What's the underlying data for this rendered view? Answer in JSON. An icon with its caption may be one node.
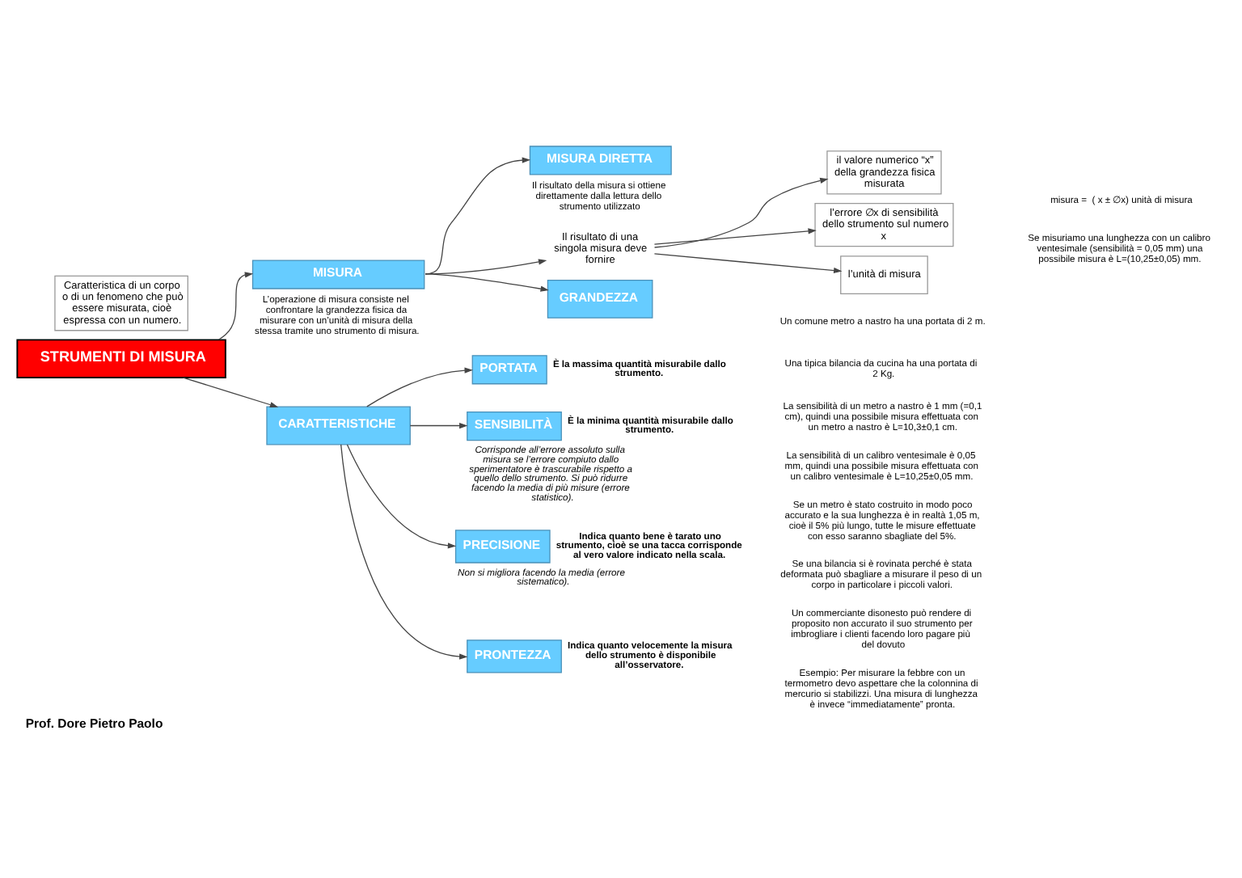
{
  "diagram": {
    "caption": "Prof. Dore Pietro Paolo",
    "nodes": [
      {
        "text": [
          "STRUMENTI DI MISURA"
        ]
      },
      {
        "text": [
          "MISURA"
        ],
        "beside": [
          "L’operazione di misura consiste nel confrontare la grandezza fisica da misurare con un’unità di misura della stessa tramite uno strumento di misura."
        ]
      },
      {
        "text": [
          "MISURA DIRETTA"
        ],
        "beside": [
          "Il risultato della misura si ottiene direttamente dalla lettura dello strumento utilizzato"
        ]
      },
      {
        "text": [
          "Il risultato di una singola misura deve fornire"
        ]
      },
      {
        "text": [
          "il valore numerico “x” della grandezza fisica misurata"
        ]
      },
      {
        "text": [
          "l’errore ∅x di sensibilità dello strumento sul numero x"
        ]
      },
      {
        "text": [
          "l’unità di misura"
        ]
      },
      {
        "text": [
          "GRANDEZZA"
        ]
      },
      {
        "text": [
          "Caratteristica di un corpo o di un fenomeno che può essere misurata, cioè espressa con un numero."
        ]
      },
      {
        "text": [
          "CARATTERISTICHE"
        ]
      },
      {
        "text": [
          "PORTATA"
        ],
        "beside": [
          "È la massima quantità misurabile dallo strumento."
        ]
      },
      {
        "text": [
          "SENSIBILITÀ"
        ],
        "beside": [
          "È la minima quantità misurabile dallo strumento.",
          "Corrisponde all’errore assoluto sulla misura se l’errore compiuto dallo sperimentatore è trascurabile rispetto a quello dello strumento. Si può ridurre facendo la media di più misure (errore statistico)."
        ]
      },
      {
        "text": [
          "PRECISIONE"
        ],
        "beside": [
          "Indica quanto bene è tarato uno strumento, cioè se una tacca corrisponde al vero valore indicato nella scala.",
          "Non si migliora facendo la media (errore sistematico)."
        ]
      },
      {
        "text": [
          "PRONTEZZA"
        ],
        "beside": [
          "Indica quanto velocemente la misura dello strumento è disponibile all’osservatore."
        ]
      }
    ],
    "edges": [
      {
        "from": 0,
        "to": 1,
        "arrow": "to"
      },
      {
        "from": 1,
        "to": 2,
        "arrow": "to"
      },
      {
        "from": 1,
        "to": 3,
        "arrow": "to"
      },
      {
        "from": 3,
        "to": 4,
        "arrow": "to"
      },
      {
        "from": 3,
        "to": 5,
        "arrow": "to"
      },
      {
        "from": 3,
        "to": 6,
        "arrow": "to"
      },
      {
        "from": 1,
        "to": 7,
        "arrow": "to"
      },
      {
        "from": 0,
        "to": 9,
        "arrow": "to"
      },
      {
        "from": 9,
        "to": 10,
        "arrow": "to"
      },
      {
        "from": 9,
        "to": 11,
        "arrow": "to"
      },
      {
        "from": 9,
        "to": 12,
        "arrow": "to"
      },
      {
        "from": 9,
        "to": 13,
        "arrow": "to"
      }
    ],
    "labels": [
      "Un comune metro a nastro ha una portata di 2 m.",
      "Una tipica bilancia da cucina ha una portata di 2 Kg.",
      "La sensibilità di un metro a nastro è 1 mm (=0,1 cm), quindi una possibile misura effettuata con un metro a nastro è L=10,3±0,1 cm.",
      "La sensibilità di un calibro ventesimale è 0,05 mm, quindi una possibile misura effettuata con un calibro ventesimale è L=10,25±0,05 mm.",
      "Se un metro è stato costruito in modo poco accurato e la sua lunghezza è in realtà 1,05 m, cioè il 5% più lungo, tutte le misure effettuate con esso saranno sbagliate del 5%.",
      "Se una bilancia si è rovinata perché è stata deformata può sbagliare a misurare il peso di un corpo in particolare i piccoli valori.",
      "Un commerciante disonesto può rendere di proposito non accurato il suo strumento per imbrogliare i clienti facendo loro pagare più del dovuto",
      "Esempio: Per misurare la febbre con un termometro devo aspettare che la colonnina di mercurio si stabilizzi. Una misura di lunghezza è invece “immediatamente” pronta.",
      "misura =  ( x ± ∅x) unità di misura",
      "Se misuriamo una lunghezza con un calibro ventesimale (sensibilità = 0,05 mm) una possibile misura è L=(10,25±0,05) mm."
    ]
  }
}
